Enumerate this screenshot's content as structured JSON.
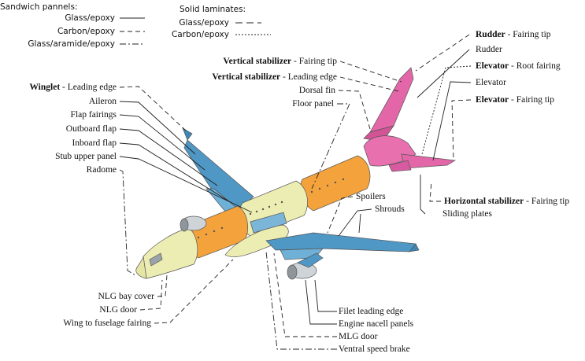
{
  "legend": {
    "sandwich_title": "Sandwich pannels:",
    "sandwich_items": [
      "Glass/epoxy",
      "Carbon/epoxy",
      "Glass/aramide/epoxy"
    ],
    "laminates_title": "Solid laminates:",
    "laminates_items": [
      "Glass/epoxy",
      "Carbon/epoxy"
    ]
  },
  "labels": {
    "rudder_tip_b": "Rudder",
    "rudder_tip_r": " - Fairing tip",
    "rudder": "Rudder",
    "elev_root_b": "Elevator",
    "elev_root_r": " - Root fairing",
    "elevator": "Elevator",
    "elev_tip_b": "Elevator",
    "elev_tip_r": " - Fairing tip",
    "vstab_tip_b": "Vertical stabilizer",
    "vstab_tip_r": " - Fairing tip",
    "vstab_le_b": "Vertical stabilizer",
    "vstab_le_r": " - Leading edge",
    "dorsal_fin": "Dorsal fin",
    "floor_panel": "Floor panel",
    "winglet_b": "Winglet",
    "winglet_r": " - Leading edge",
    "aileron": "Aileron",
    "flap_fairings": "Flap fairings",
    "outboard_flap": "Outboard flap",
    "inboard_flap": "Inboard flap",
    "stub_upper_panel": "Stub upper panel",
    "radome": "Radome",
    "spoilers": "Spoilers",
    "shrouds": "Shrouds",
    "hstab_b": "Horizontal stabilizer",
    "hstab_r": " - Fairing tip",
    "sliding_plates": "Sliding plates",
    "nlg_bay_cover": "NLG bay cover",
    "nlg_door": "NLG door",
    "wing_fuselage_fairing": "Wing to fuselage fairing",
    "filet_leading_edge": "Filet leading edge",
    "engine_nacell_panels": "Engine nacell panels",
    "mlg_door": "MLG door",
    "ventral_speed_brake": "Ventral speed brake"
  },
  "colors": {
    "glass_epoxy": "#ecedb2",
    "carbon_epoxy": "#f4a33c",
    "aramide": "#5a9fc8",
    "tail": "#e367a8",
    "engine": "#cfd4d9"
  }
}
